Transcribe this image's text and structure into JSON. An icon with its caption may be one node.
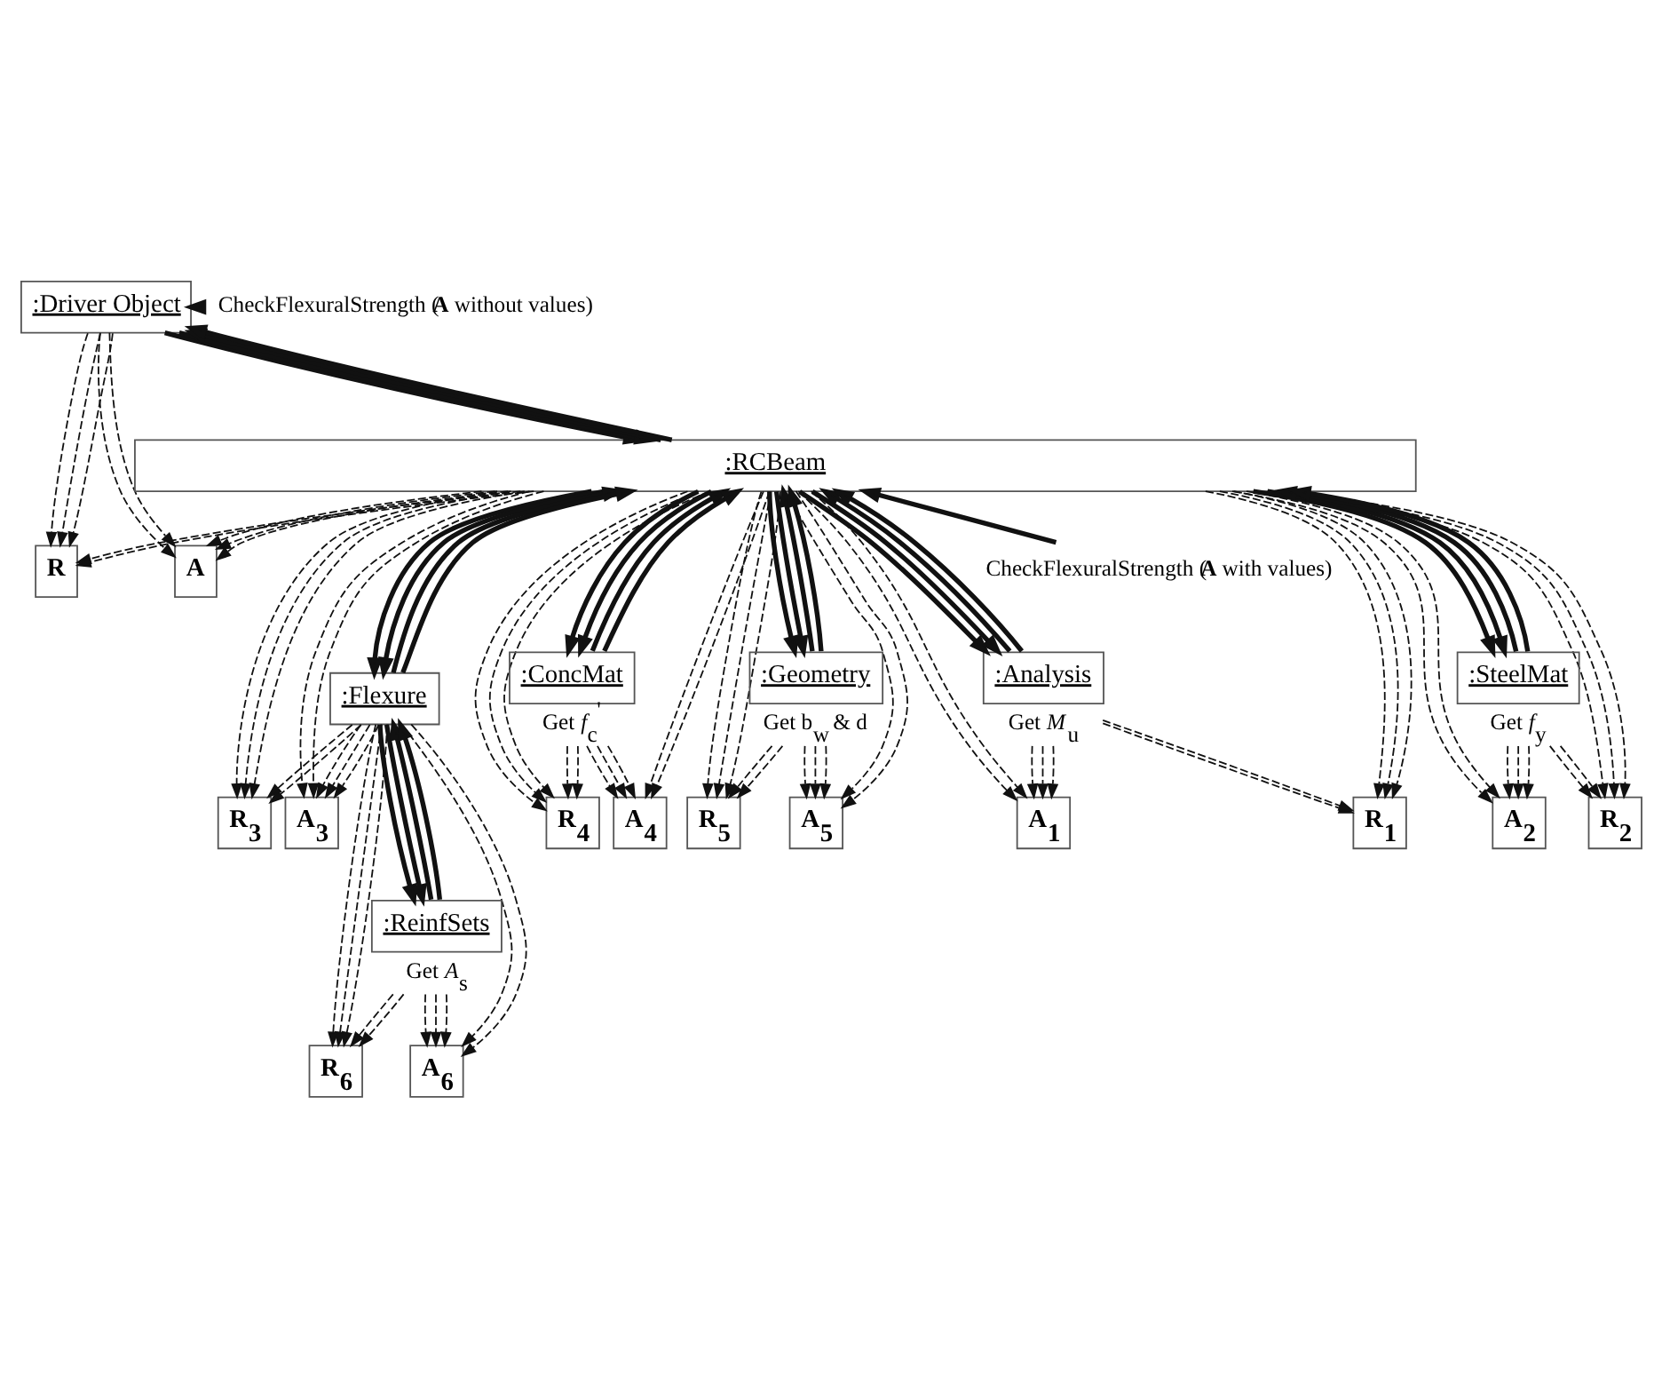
{
  "diagram": {
    "nodes": [
      {
        "text": [
          ":Driver Object"
        ]
      },
      {
        "text": [
          "R"
        ]
      },
      {
        "text": [
          "A"
        ]
      },
      {
        "text": [
          ":RCBeam"
        ]
      },
      {
        "text": [
          "R$_{1}$"
        ]
      },
      {
        "text": [
          "A$_{1}$"
        ]
      },
      {
        "text": [
          "R$_{2}$"
        ]
      },
      {
        "text": [
          "A$_{2}$"
        ]
      },
      {
        "text": [
          "R$_{3}$"
        ]
      },
      {
        "text": [
          "A$_{3}$"
        ]
      },
      {
        "text": [
          "R$_{4}$"
        ]
      },
      {
        "text": [
          "A$_{4}$"
        ]
      },
      {
        "text": [
          "R$_{5}$"
        ]
      },
      {
        "text": [
          "A$_{5}$"
        ]
      },
      {
        "text": [
          ":Analysis"
        ],
        "beside": [
          "Get *M*$_{u}$"
        ]
      },
      {
        "text": [
          ":SteelMat"
        ],
        "beside": [
          "Get *f*$_{y}$"
        ]
      },
      {
        "text": [
          ":Flexure"
        ]
      },
      {
        "text": [
          ":ConcMat"
        ],
        "beside": [
          "Get *f*$_{c}$$^{'}$"
        ]
      },
      {
        "text": [
          ":Geometry"
        ],
        "beside": [
          "Get b$_{w}$ & d"
        ]
      },
      {
        "text": [
          "R$_{6}$"
        ]
      },
      {
        "text": [
          "A$_{6}$"
        ]
      },
      {
        "text": [
          ":ReinfSets"
        ],
        "beside": [
          "Get *A*$_{s}$"
        ]
      },
      {
        "text": [
          "CheckFlexuralStrength (**A** without values)"
        ]
      },
      {
        "text": [
          "CheckFlexuralStrength (**A** with values)"
        ]
      }
    ],
    "edges": [
      {
        "from": 0,
        "to": 1,
        "arrow": "to",
        "style": "dashed"
      },
      {
        "from": 0,
        "to": 1,
        "arrow": "to",
        "style": "dashed"
      },
      {
        "from": 0,
        "to": 1,
        "arrow": "to",
        "style": "dashed"
      },
      {
        "from": 3,
        "to": 1,
        "arrow": "to",
        "style": "dashed"
      },
      {
        "from": 3,
        "to": 1,
        "arrow": "to",
        "style": "dashed"
      },
      {
        "from": 0,
        "to": 2,
        "arrow": "to",
        "style": "dashed"
      },
      {
        "from": 0,
        "to": 2,
        "arrow": "to",
        "style": "dashed"
      },
      {
        "from": 3,
        "to": 2,
        "arrow": "to",
        "style": "dashed"
      },
      {
        "from": 3,
        "to": 2,
        "arrow": "to",
        "style": "dashed"
      },
      {
        "from": 3,
        "to": 2,
        "arrow": "to",
        "style": "dashed"
      },
      {
        "from": 0,
        "to": 3,
        "arrow": "to",
        "style": "thick"
      },
      {
        "from": 0,
        "to": 3,
        "arrow": "to",
        "style": "thick"
      },
      {
        "from": 3,
        "to": 0,
        "arrow": "to",
        "style": "thick"
      },
      {
        "from": 3,
        "to": 0,
        "arrow": "to",
        "style": "thick"
      },
      {
        "from": 3,
        "to": 4,
        "arrow": "to",
        "style": "dashed"
      },
      {
        "from": 3,
        "to": 4,
        "arrow": "to",
        "style": "dashed"
      },
      {
        "from": 3,
        "to": 4,
        "arrow": "to",
        "style": "dashed"
      },
      {
        "from": 14,
        "to": 4,
        "arrow": "to",
        "style": "dashed"
      },
      {
        "from": 14,
        "to": 4,
        "arrow": "to",
        "style": "dashed"
      },
      {
        "from": 3,
        "to": 5,
        "arrow": "to",
        "style": "dashed"
      },
      {
        "from": 3,
        "to": 5,
        "arrow": "to",
        "style": "dashed"
      },
      {
        "from": 14,
        "to": 5,
        "arrow": "to",
        "style": "dashed"
      },
      {
        "from": 14,
        "to": 5,
        "arrow": "to",
        "style": "dashed"
      },
      {
        "from": 14,
        "to": 5,
        "arrow": "to",
        "style": "dashed"
      },
      {
        "from": 3,
        "to": 14,
        "arrow": "to",
        "style": "thick"
      },
      {
        "from": 3,
        "to": 14,
        "arrow": "to",
        "style": "thick"
      },
      {
        "from": 14,
        "to": 3,
        "arrow": "to",
        "style": "thick"
      },
      {
        "from": 14,
        "to": 3,
        "arrow": "to",
        "style": "thick"
      },
      {
        "from": 3,
        "to": 6,
        "arrow": "to",
        "style": "dashed"
      },
      {
        "from": 3,
        "to": 6,
        "arrow": "to",
        "style": "dashed"
      },
      {
        "from": 3,
        "to": 6,
        "arrow": "to",
        "style": "dashed"
      },
      {
        "from": 15,
        "to": 6,
        "arrow": "to",
        "style": "dashed"
      },
      {
        "from": 15,
        "to": 6,
        "arrow": "to",
        "style": "dashed"
      },
      {
        "from": 3,
        "to": 7,
        "arrow": "to",
        "style": "dashed"
      },
      {
        "from": 3,
        "to": 7,
        "arrow": "to",
        "style": "dashed"
      },
      {
        "from": 15,
        "to": 7,
        "arrow": "to",
        "style": "dashed"
      },
      {
        "from": 15,
        "to": 7,
        "arrow": "to",
        "style": "dashed"
      },
      {
        "from": 15,
        "to": 7,
        "arrow": "to",
        "style": "dashed"
      },
      {
        "from": 3,
        "to": 15,
        "arrow": "to",
        "style": "thick"
      },
      {
        "from": 3,
        "to": 15,
        "arrow": "to",
        "style": "thick"
      },
      {
        "from": 15,
        "to": 3,
        "arrow": "to",
        "style": "thick"
      },
      {
        "from": 15,
        "to": 3,
        "arrow": "to",
        "style": "thick"
      },
      {
        "from": 3,
        "to": 8,
        "arrow": "to",
        "style": "dashed"
      },
      {
        "from": 3,
        "to": 8,
        "arrow": "to",
        "style": "dashed"
      },
      {
        "from": 3,
        "to": 8,
        "arrow": "to",
        "style": "dashed"
      },
      {
        "from": 16,
        "to": 8,
        "arrow": "to",
        "style": "dashed"
      },
      {
        "from": 16,
        "to": 8,
        "arrow": "to",
        "style": "dashed"
      },
      {
        "from": 3,
        "to": 9,
        "arrow": "to",
        "style": "dashed"
      },
      {
        "from": 3,
        "to": 9,
        "arrow": "to",
        "style": "dashed"
      },
      {
        "from": 16,
        "to": 9,
        "arrow": "to",
        "style": "dashed"
      },
      {
        "from": 16,
        "to": 9,
        "arrow": "to",
        "style": "dashed"
      },
      {
        "from": 16,
        "to": 9,
        "arrow": "to",
        "style": "dashed"
      },
      {
        "from": 3,
        "to": 16,
        "arrow": "to",
        "style": "thick"
      },
      {
        "from": 3,
        "to": 16,
        "arrow": "to",
        "style": "thick"
      },
      {
        "from": 16,
        "to": 3,
        "arrow": "to",
        "style": "thick"
      },
      {
        "from": 16,
        "to": 3,
        "arrow": "to",
        "style": "thick"
      },
      {
        "from": 3,
        "to": 10,
        "arrow": "to",
        "style": "dashed"
      },
      {
        "from": 3,
        "to": 10,
        "arrow": "to",
        "style": "dashed"
      },
      {
        "from": 3,
        "to": 10,
        "arrow": "to",
        "style": "dashed"
      },
      {
        "from": 17,
        "to": 10,
        "arrow": "to",
        "style": "dashed"
      },
      {
        "from": 17,
        "to": 10,
        "arrow": "to",
        "style": "dashed"
      },
      {
        "from": 3,
        "to": 11,
        "arrow": "to",
        "style": "dashed"
      },
      {
        "from": 3,
        "to": 11,
        "arrow": "to",
        "style": "dashed"
      },
      {
        "from": 17,
        "to": 11,
        "arrow": "to",
        "style": "dashed"
      },
      {
        "from": 17,
        "to": 11,
        "arrow": "to",
        "style": "dashed"
      },
      {
        "from": 17,
        "to": 11,
        "arrow": "to",
        "style": "dashed"
      },
      {
        "from": 3,
        "to": 17,
        "arrow": "to",
        "style": "thick"
      },
      {
        "from": 3,
        "to": 17,
        "arrow": "to",
        "style": "thick"
      },
      {
        "from": 17,
        "to": 3,
        "arrow": "to",
        "style": "thick"
      },
      {
        "from": 17,
        "to": 3,
        "arrow": "to",
        "style": "thick"
      },
      {
        "from": 3,
        "to": 12,
        "arrow": "to",
        "style": "dashed"
      },
      {
        "from": 3,
        "to": 12,
        "arrow": "to",
        "style": "dashed"
      },
      {
        "from": 3,
        "to": 12,
        "arrow": "to",
        "style": "dashed"
      },
      {
        "from": 18,
        "to": 12,
        "arrow": "to",
        "style": "dashed"
      },
      {
        "from": 18,
        "to": 12,
        "arrow": "to",
        "style": "dashed"
      },
      {
        "from": 3,
        "to": 13,
        "arrow": "to",
        "style": "dashed"
      },
      {
        "from": 3,
        "to": 13,
        "arrow": "to",
        "style": "dashed"
      },
      {
        "from": 18,
        "to": 13,
        "arrow": "to",
        "style": "dashed"
      },
      {
        "from": 18,
        "to": 13,
        "arrow": "to",
        "style": "dashed"
      },
      {
        "from": 18,
        "to": 13,
        "arrow": "to",
        "style": "dashed"
      },
      {
        "from": 3,
        "to": 18,
        "arrow": "to",
        "style": "thick"
      },
      {
        "from": 3,
        "to": 18,
        "arrow": "to",
        "style": "thick"
      },
      {
        "from": 18,
        "to": 3,
        "arrow": "to",
        "style": "thick"
      },
      {
        "from": 18,
        "to": 3,
        "arrow": "to",
        "style": "thick"
      },
      {
        "from": 16,
        "to": 19,
        "arrow": "to",
        "style": "dashed"
      },
      {
        "from": 16,
        "to": 19,
        "arrow": "to",
        "style": "dashed"
      },
      {
        "from": 16,
        "to": 19,
        "arrow": "to",
        "style": "dashed"
      },
      {
        "from": 21,
        "to": 19,
        "arrow": "to",
        "style": "dashed"
      },
      {
        "from": 21,
        "to": 19,
        "arrow": "to",
        "style": "dashed"
      },
      {
        "from": 16,
        "to": 20,
        "arrow": "to",
        "style": "dashed"
      },
      {
        "from": 16,
        "to": 20,
        "arrow": "to",
        "style": "dashed"
      },
      {
        "from": 21,
        "to": 20,
        "arrow": "to",
        "style": "dashed"
      },
      {
        "from": 21,
        "to": 20,
        "arrow": "to",
        "style": "dashed"
      },
      {
        "from": 21,
        "to": 20,
        "arrow": "to",
        "style": "dashed"
      },
      {
        "from": 16,
        "to": 21,
        "arrow": "to",
        "style": "thick"
      },
      {
        "from": 16,
        "to": 21,
        "arrow": "to",
        "style": "thick"
      },
      {
        "from": 21,
        "to": 16,
        "arrow": "to",
        "style": "thick"
      },
      {
        "from": 21,
        "to": 16,
        "arrow": "to",
        "style": "thick"
      },
      {
        "from": 22,
        "to": 0,
        "arrow": "to",
        "style": "thick"
      },
      {
        "from": 23,
        "to": 3,
        "arrow": "to",
        "style": "thick"
      }
    ]
  }
}
